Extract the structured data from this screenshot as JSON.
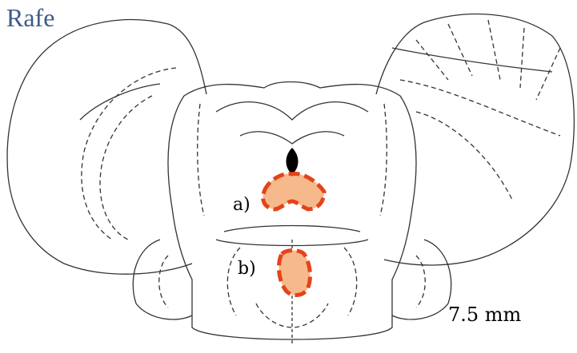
{
  "figure": {
    "title": "Rafe",
    "label_a": "a)",
    "label_b": "b)",
    "scale_label": "7.5 mm"
  },
  "colors": {
    "title": "#3d5a8a",
    "region_fill": "#f5b98c",
    "region_outline": "#e5431a",
    "line": "#333333",
    "ventricle": "#000000"
  }
}
